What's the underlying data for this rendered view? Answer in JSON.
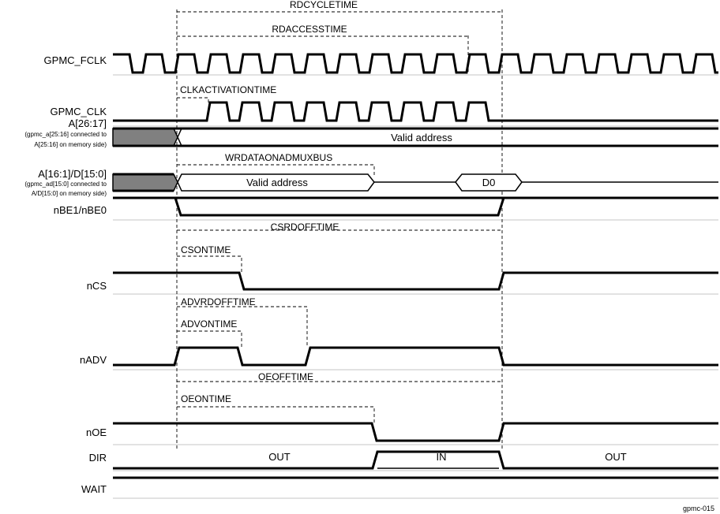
{
  "signals": {
    "gpmc_fclk": "GPMC_FCLK",
    "gpmc_clk": "GPMC_CLK",
    "addr_hi": "A[26:17]",
    "addr_hi_note1": "(gpmc_a[25:16] connected to",
    "addr_hi_note2": "A[25:16] on memory side)",
    "addr_lo": "A[16:1]/D[15:0]",
    "addr_lo_note1": "(gpmc_ad[15:0] connected to",
    "addr_lo_note2": "A/D[15:0] on memory side)",
    "nbe": "nBE1/nBE0",
    "ncs": "nCS",
    "nadv": "nADV",
    "noe": "nOE",
    "dir": "DIR",
    "wait": "WAIT"
  },
  "bus_values": {
    "valid_address": "Valid address",
    "d0": "D0",
    "dir_out": "OUT",
    "dir_in": "IN"
  },
  "timings": {
    "rdcycletime": "RDCYCLETIME",
    "rdaccesstime": "RDACCESSTIME",
    "clkactivationtime": "CLKACTIVATIONTIME",
    "wrdataonadmuxbus": "WRDATAONADMUXBUS",
    "csrdofftime": "CSRDOFFTIME",
    "csontime": "CSONTIME",
    "advrdofftime": "ADVRDOFFTIME",
    "advontime": "ADVONTIME",
    "oeofftime": "OEOFFTIME",
    "oeontime": "OEONTIME"
  },
  "figure_id": "gpmc-015",
  "colors": {
    "undefined_fill": "#808080",
    "baseline": "#c4c4c4"
  }
}
